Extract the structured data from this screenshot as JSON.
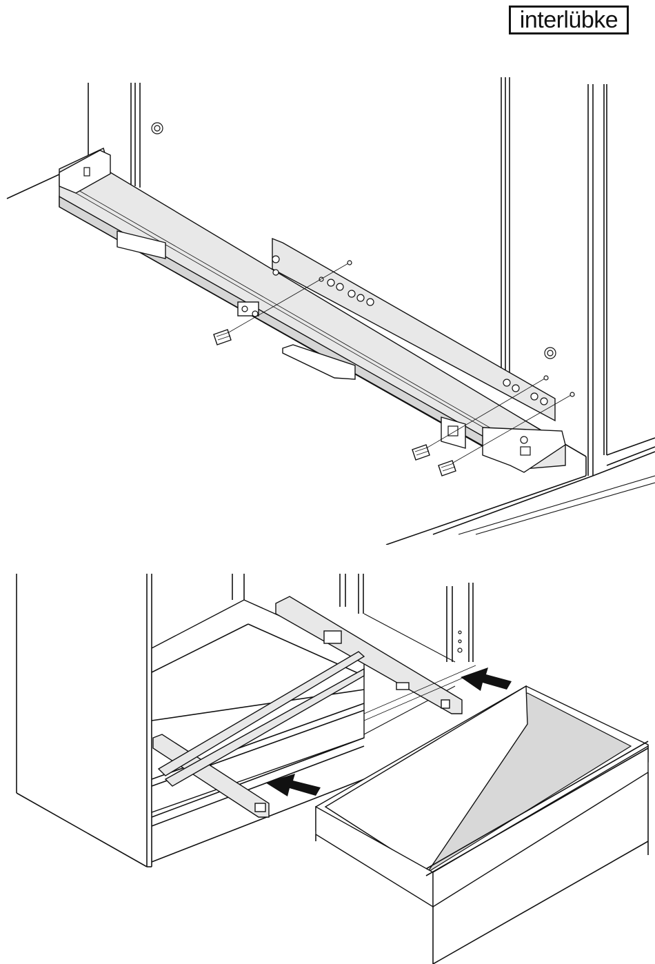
{
  "header": {
    "brand_logo": "interlübke"
  },
  "figures": [
    {
      "id": "figure-1"
    },
    {
      "id": "figure-2"
    }
  ]
}
